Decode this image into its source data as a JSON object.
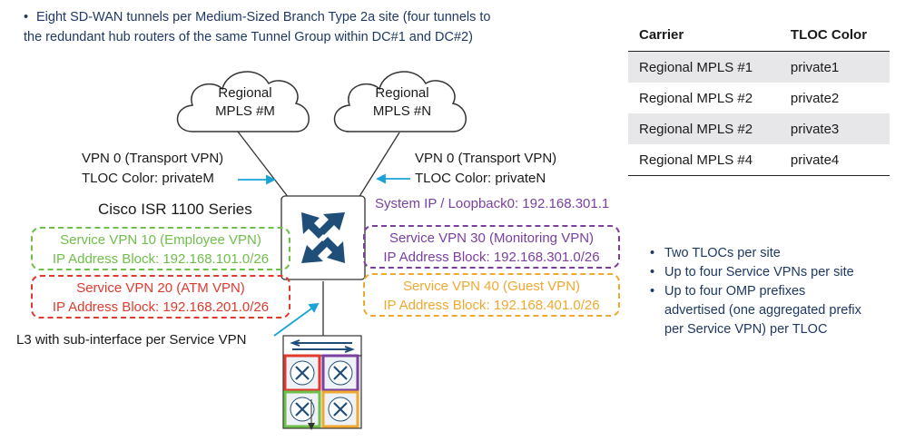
{
  "header_note": {
    "line1": "Eight SD-WAN tunnels per Medium-Sized Branch Type 2a site (four tunnels to",
    "line2": "the redundant hub routers of the same Tunnel Group within DC#1 and DC#2)"
  },
  "clouds": [
    {
      "line1": "Regional",
      "line2": "MPLS #M"
    },
    {
      "line1": "Regional",
      "line2": "MPLS #N"
    }
  ],
  "transport_left": {
    "line1": "VPN 0 (Transport VPN)",
    "line2": "TLOC Color: privateM"
  },
  "transport_right": {
    "line1": "VPN 0 (Transport VPN)",
    "line2": "TLOC Color: privateN"
  },
  "router_series": "Cisco ISR 1100 Series",
  "system_ip": "System IP / Loopback0: 192.168.301.1",
  "service_vpns": [
    {
      "name": "Service VPN 10  (Employee VPN)",
      "block": "IP Address Block: 192.168.101.0/26",
      "color": "#6fbf4a"
    },
    {
      "name": "Service VPN 20  (ATM VPN)",
      "block": "IP Address Block: 192.168.201.0/26",
      "color": "#e03a2f"
    },
    {
      "name": "Service VPN 30  (Monitoring  VPN)",
      "block": "IP Address Block: 192.168.301.0/26",
      "color": "#7b3fa0"
    },
    {
      "name": "Service VPN 40  (Guest VPN)",
      "block": "IP Address Block: 192.168.401.0/26",
      "color": "#f0a830"
    }
  ],
  "l3_note": "L3 with sub-interface per Service VPN",
  "table": {
    "headers": [
      "Carrier",
      "TLOC Color"
    ],
    "rows": [
      [
        "Regional MPLS #1",
        "private1"
      ],
      [
        "Regional MPLS #2",
        "private2"
      ],
      [
        "Regional MPLS #2",
        "private3"
      ],
      [
        "Regional MPLS #4",
        "private4"
      ]
    ]
  },
  "bullets": {
    "b1": "Two TLOCs per site",
    "b2": "Up to four Service VPNs per site",
    "b3_line1": "Up to four OMP prefixes",
    "b3_line2": "advertised (one aggregated prefix",
    "b3_line3": "per Service VPN) per TLOC"
  },
  "colors": {
    "router_blue": "#1f4e79",
    "arrow_cyan": "#1aa3d9",
    "note_text": "#1f3864",
    "system_ip_text": "#7b3fa0"
  }
}
